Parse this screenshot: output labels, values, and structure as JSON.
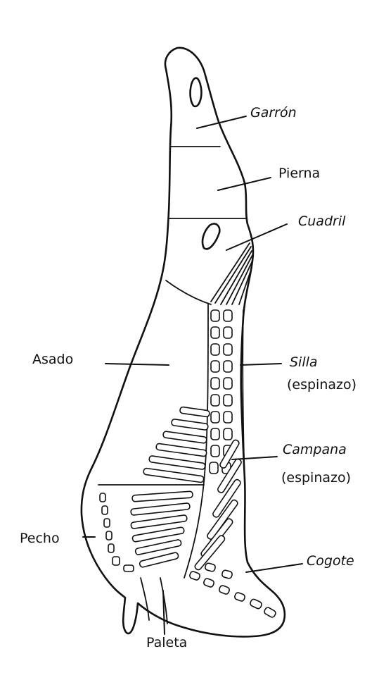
{
  "diagram": {
    "cuts": [
      {
        "id": "garron",
        "label": "Garrón",
        "italic": true
      },
      {
        "id": "pierna",
        "label": "Pierna",
        "italic": false
      },
      {
        "id": "cuadril",
        "label": "Cuadril",
        "italic": true
      },
      {
        "id": "asado",
        "label": "Asado",
        "italic": false
      },
      {
        "id": "silla",
        "label": "Silla",
        "sub": "(espinazo)",
        "italic": true
      },
      {
        "id": "campana",
        "label": "Campana",
        "sub": "(espinazo)",
        "italic": true
      },
      {
        "id": "pecho",
        "label": "Pecho",
        "italic": false
      },
      {
        "id": "cogote",
        "label": "Cogote",
        "italic": true
      },
      {
        "id": "paleta",
        "label": "Paleta",
        "italic": false
      }
    ]
  }
}
